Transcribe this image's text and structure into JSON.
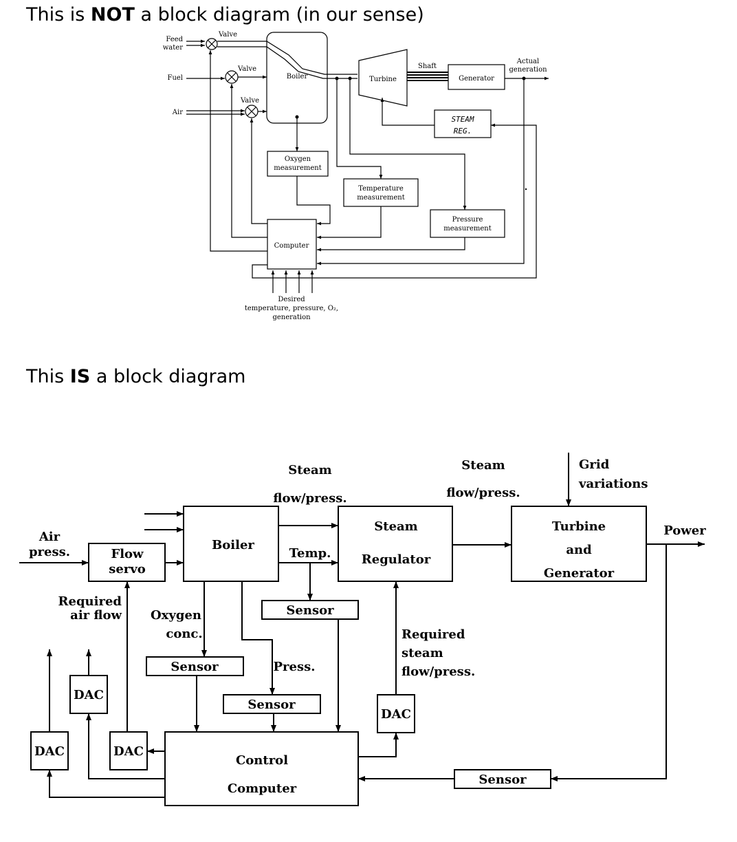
{
  "headings": {
    "h1": {
      "pre": "This is ",
      "bold": "NOT",
      "post": " a block diagram (in our sense)"
    },
    "h2": {
      "pre": "This ",
      "bold": "IS",
      "post": " a block diagram"
    }
  },
  "diagram1": {
    "feed_water_1": "Feed",
    "feed_water_2": "water",
    "fuel": "Fuel",
    "air": "Air",
    "valve1": "Valve",
    "valve2": "Valve",
    "valve3": "Valve",
    "boiler": "Boiler",
    "turbine": "Turbine",
    "shaft": "Shaft",
    "generator": "Generator",
    "actual_gen_1": "Actual",
    "actual_gen_2": "generation",
    "steam_reg_1": "STEAM",
    "steam_reg_2": "REG.",
    "oxygen_1": "Oxygen",
    "oxygen_2": "measurement",
    "temperature_1": "Temperature",
    "temperature_2": "measurement",
    "pressure_1": "Pressure",
    "pressure_2": "measurement",
    "computer": "Computer",
    "desired_1": "Desired",
    "desired_2": "temperature, pressure, O₂,",
    "desired_3": "generation"
  },
  "diagram2": {
    "air_press_1": "Air",
    "air_press_2": "press.",
    "flow_servo_1": "Flow",
    "flow_servo_2": "servo",
    "boiler": "Boiler",
    "steam_top_1": "Steam",
    "steam_top_2": "flow/press.",
    "steam_reg_1": "Steam",
    "steam_reg_2": "Regulator",
    "steam_right_1": "Steam",
    "steam_right_2": "flow/press.",
    "grid_1": "Grid",
    "grid_2": "variations",
    "turbine_1": "Turbine",
    "turbine_2": "and",
    "turbine_3": "Generator",
    "power": "Power",
    "temp": "Temp.",
    "required_air_1": "Required",
    "required_air_2": "air flow",
    "oxygen_1": "Oxygen",
    "oxygen_2": "conc.",
    "sensor_temp": "Sensor",
    "sensor_oxygen": "Sensor",
    "press": "Press.",
    "sensor_press": "Sensor",
    "required_steam_1": "Required",
    "required_steam_2": "steam",
    "required_steam_3": "flow/press.",
    "dac_upper": "DAC",
    "dac_left": "DAC",
    "dac_mid": "DAC",
    "dac_right": "DAC",
    "control_1": "Control",
    "control_2": "Computer",
    "sensor_power": "Sensor"
  }
}
